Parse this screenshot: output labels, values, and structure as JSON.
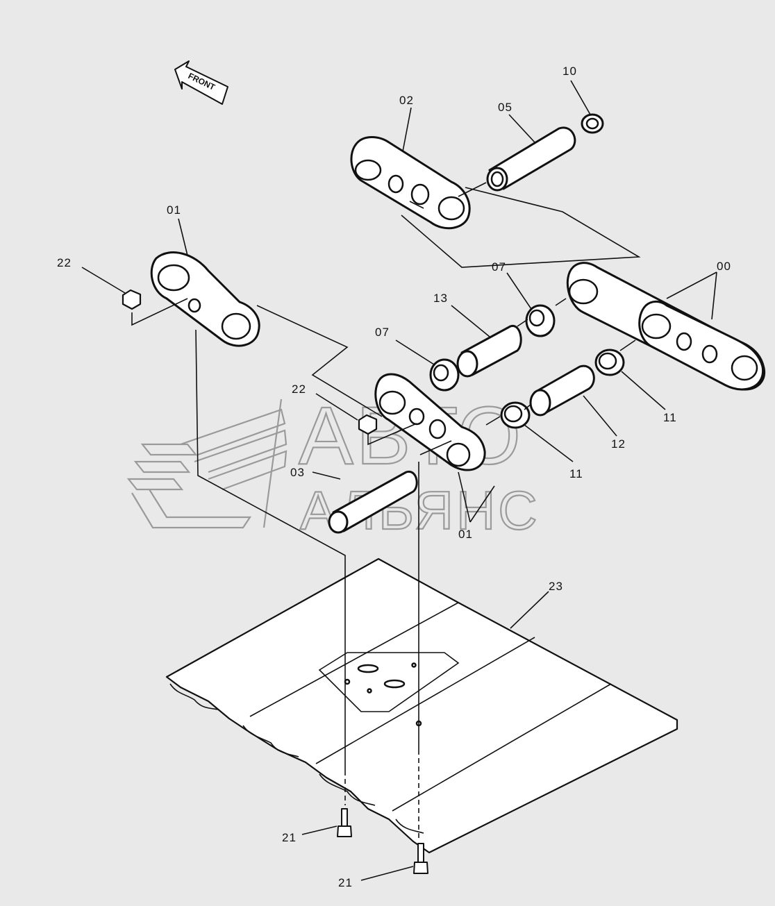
{
  "front_label": "FRONT",
  "watermark": {
    "line1": "АВТО",
    "line2": "АЛЬЯНС"
  },
  "labels": {
    "p10": "10",
    "p05": "05",
    "p02": "02",
    "p01_top": "01",
    "p22_top": "22",
    "p07_right": "07",
    "p00": "00",
    "p13": "13",
    "p07_left": "07",
    "p22_mid": "22",
    "p11_right": "11",
    "p12": "12",
    "p11_mid": "11",
    "p03": "03",
    "p01_bottom": "01",
    "p23": "23",
    "p21_top": "21",
    "p21_bottom": "21"
  }
}
